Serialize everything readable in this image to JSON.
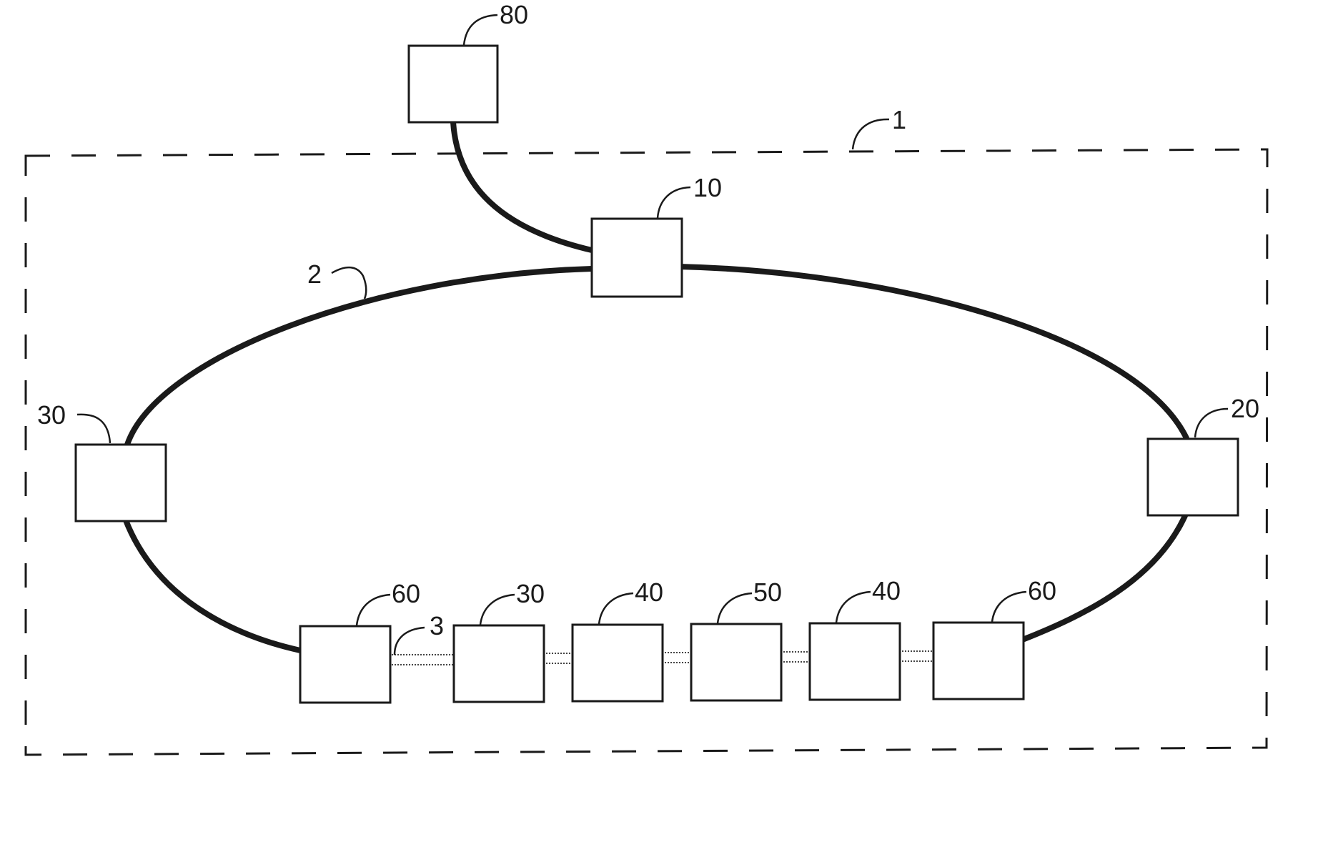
{
  "diagram": {
    "colors": {
      "stroke": "#1a1a1a",
      "background": "#ffffff"
    },
    "refs": {
      "frame": "1",
      "ring": "2",
      "link": "3",
      "top_node": "10",
      "right_node": "20",
      "left_node": "30",
      "external_node": "80",
      "bottom_row": [
        "60",
        "30",
        "40",
        "50",
        "40",
        "60"
      ]
    }
  }
}
